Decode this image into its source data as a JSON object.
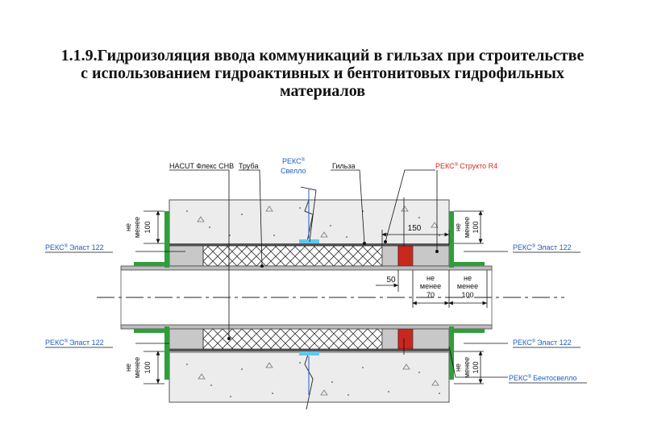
{
  "title_lines": [
    "1.1.9.Гидроизоляция ввода коммуникаций в гильзах при строительстве",
    "с использованием гидроактивных и бентонитовых гидрофильных",
    "материалов"
  ],
  "labels": {
    "hacut": "HACUT Флекс СНВ",
    "truba": "Труба",
    "sveloo_brand": "РЕКС",
    "reg": "®",
    "sveloo_name": "Свелло",
    "gilza": "Гильза",
    "strukto_brand": "РЕКС",
    "strukto_name": "Структо R4",
    "elast_brand": "РЕКС",
    "elast_name": "Эласт 122",
    "bento_brand": "РЕКС",
    "bento_name": "Бентосвелло"
  },
  "dimensions": {
    "ne": "не",
    "menee": "менее",
    "d100": "100",
    "d150": "150",
    "d50": "50",
    "d70": "70"
  },
  "colors": {
    "concrete": "#ececec",
    "concrete_edge": "#555555",
    "seal_gray": "#c8c8c8",
    "hatch": "#333333",
    "red_seal": "#c8281e",
    "green_tape": "#2f9e3a",
    "blue_label": "#1f5fbf",
    "red_label": "#d42a1f",
    "bento_blue": "#5ec8ea"
  }
}
